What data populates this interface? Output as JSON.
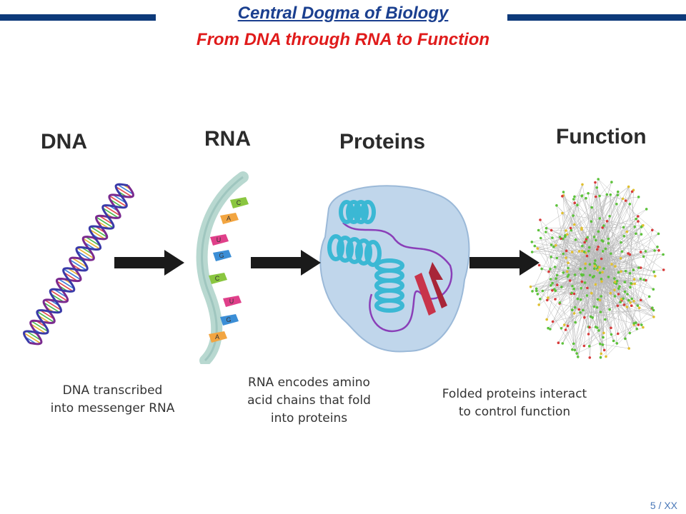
{
  "header": {
    "title": "Central Dogma of Biology",
    "subtitle": "From DNA through RNA to Function"
  },
  "stages": [
    {
      "label": "DNA"
    },
    {
      "label": "RNA"
    },
    {
      "label": "Proteins"
    },
    {
      "label": "Function"
    }
  ],
  "captions": [
    "DNA transcribed\ninto messenger RNA",
    "RNA encodes amino\nacid chains that fold\ninto proteins",
    "Folded proteins interact\nto control function"
  ],
  "rna_bases": [
    "C",
    "A",
    "U",
    "G",
    "C",
    "U",
    "G",
    "A"
  ],
  "footer": {
    "page": "5 / XX"
  },
  "colors": {
    "header_bar": "#0d3a7a",
    "title": "#1a3f8f",
    "subtitle": "#e01b1b",
    "arrow": "#1a1a1a",
    "protein_helix": "#3bb8d4",
    "protein_sheet": "#c8344a",
    "network_node": "#5cc23a"
  }
}
